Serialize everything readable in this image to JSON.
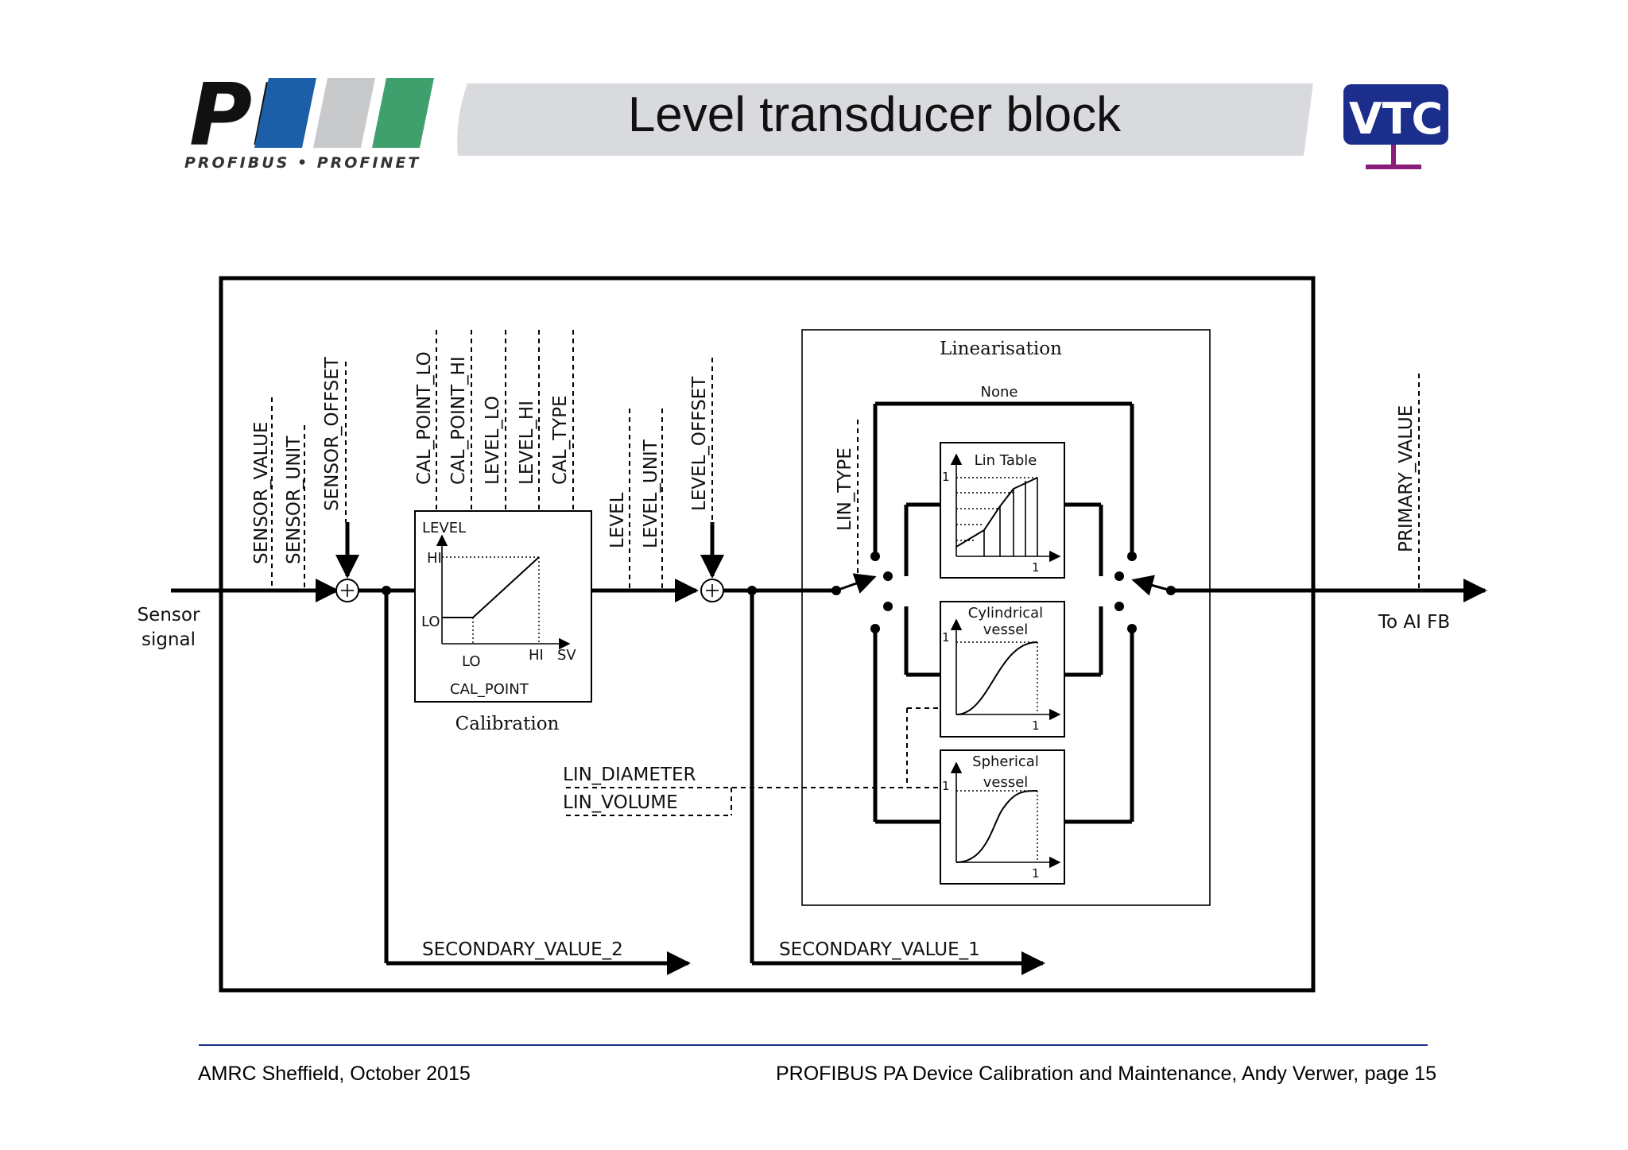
{
  "slide": {
    "title": "Level transducer block",
    "pi_logo": {
      "text": "PI",
      "tagline": "PROFIBUS • PROFINET",
      "colors": [
        "#1a5fa8",
        "#c8c9cb",
        "#3fa06d"
      ]
    },
    "vtc_logo": {
      "text": "VTC",
      "bg_color": "#1c2e8c",
      "stand_color": "#8a1d7a"
    },
    "footer_left": "AMRC Sheffield, October 2015",
    "footer_right": "PROFIBUS PA Device Calibration and Maintenance, Andy Verwer,",
    "footer_page": "page  15"
  },
  "diagram": {
    "input_label_line1": "Sensor",
    "input_label_line2": "signal",
    "output_label": "To AI FB",
    "params_sensor": [
      "SENSOR_VALUE",
      "SENSOR_UNIT",
      "SENSOR_OFFSET"
    ],
    "params_cal": [
      "CAL_POINT_LO",
      "CAL_POINT_HI",
      "LEVEL_LO",
      "LEVEL_HI",
      "CAL_TYPE"
    ],
    "params_level": [
      "LEVEL",
      "LEVEL_UNIT",
      "LEVEL_OFFSET"
    ],
    "param_lin_type": "LIN_TYPE",
    "param_primary": "PRIMARY_VALUE",
    "calibration": {
      "title": "Calibration",
      "y_label": "LEVEL",
      "hi": "HI",
      "lo": "LO",
      "x_lo": "LO",
      "x_hi": "HI",
      "x_sv": "SV",
      "x_label": "CAL_POINT"
    },
    "linearisation": {
      "title": "Linearisation",
      "none_label": "None",
      "lin_table": "Lin Table",
      "cyl_line1": "Cylindrical",
      "cyl_line2": "vessel",
      "sph_line1": "Spherical",
      "sph_line2": "vessel",
      "one": "1"
    },
    "lin_diameter": "LIN_DIAMETER",
    "lin_volume": "LIN_VOLUME",
    "secondary_value_2": "SECONDARY_VALUE_2",
    "secondary_value_1": "SECONDARY_VALUE_1"
  }
}
